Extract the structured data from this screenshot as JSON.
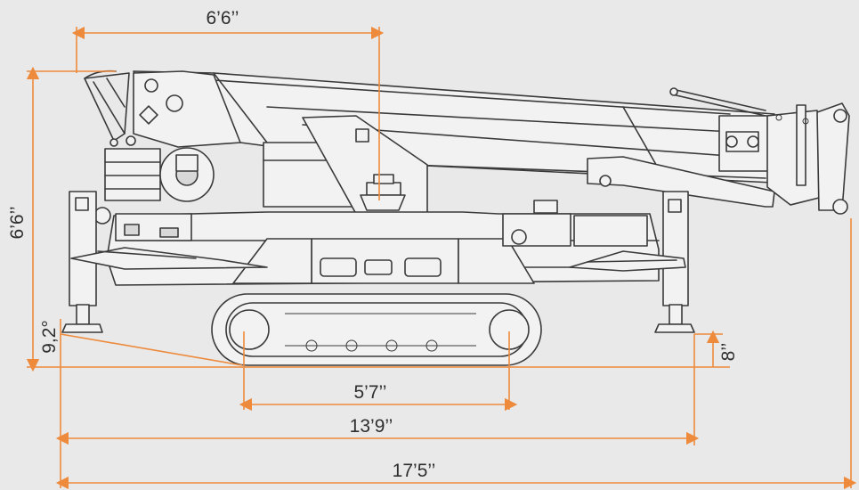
{
  "dimensions": {
    "boom_length": "6’6’’",
    "height": "6’6’’",
    "angle": "9,2°",
    "ground_clearance": "8’’",
    "track_length": "5’7’’",
    "outrigger_span": "13’9’’",
    "overall_length": "17’5’’"
  },
  "colors": {
    "dimension_line": "#ee8a3c",
    "machine_outline": "#3a3a3a",
    "background": "#e9e9e9"
  }
}
